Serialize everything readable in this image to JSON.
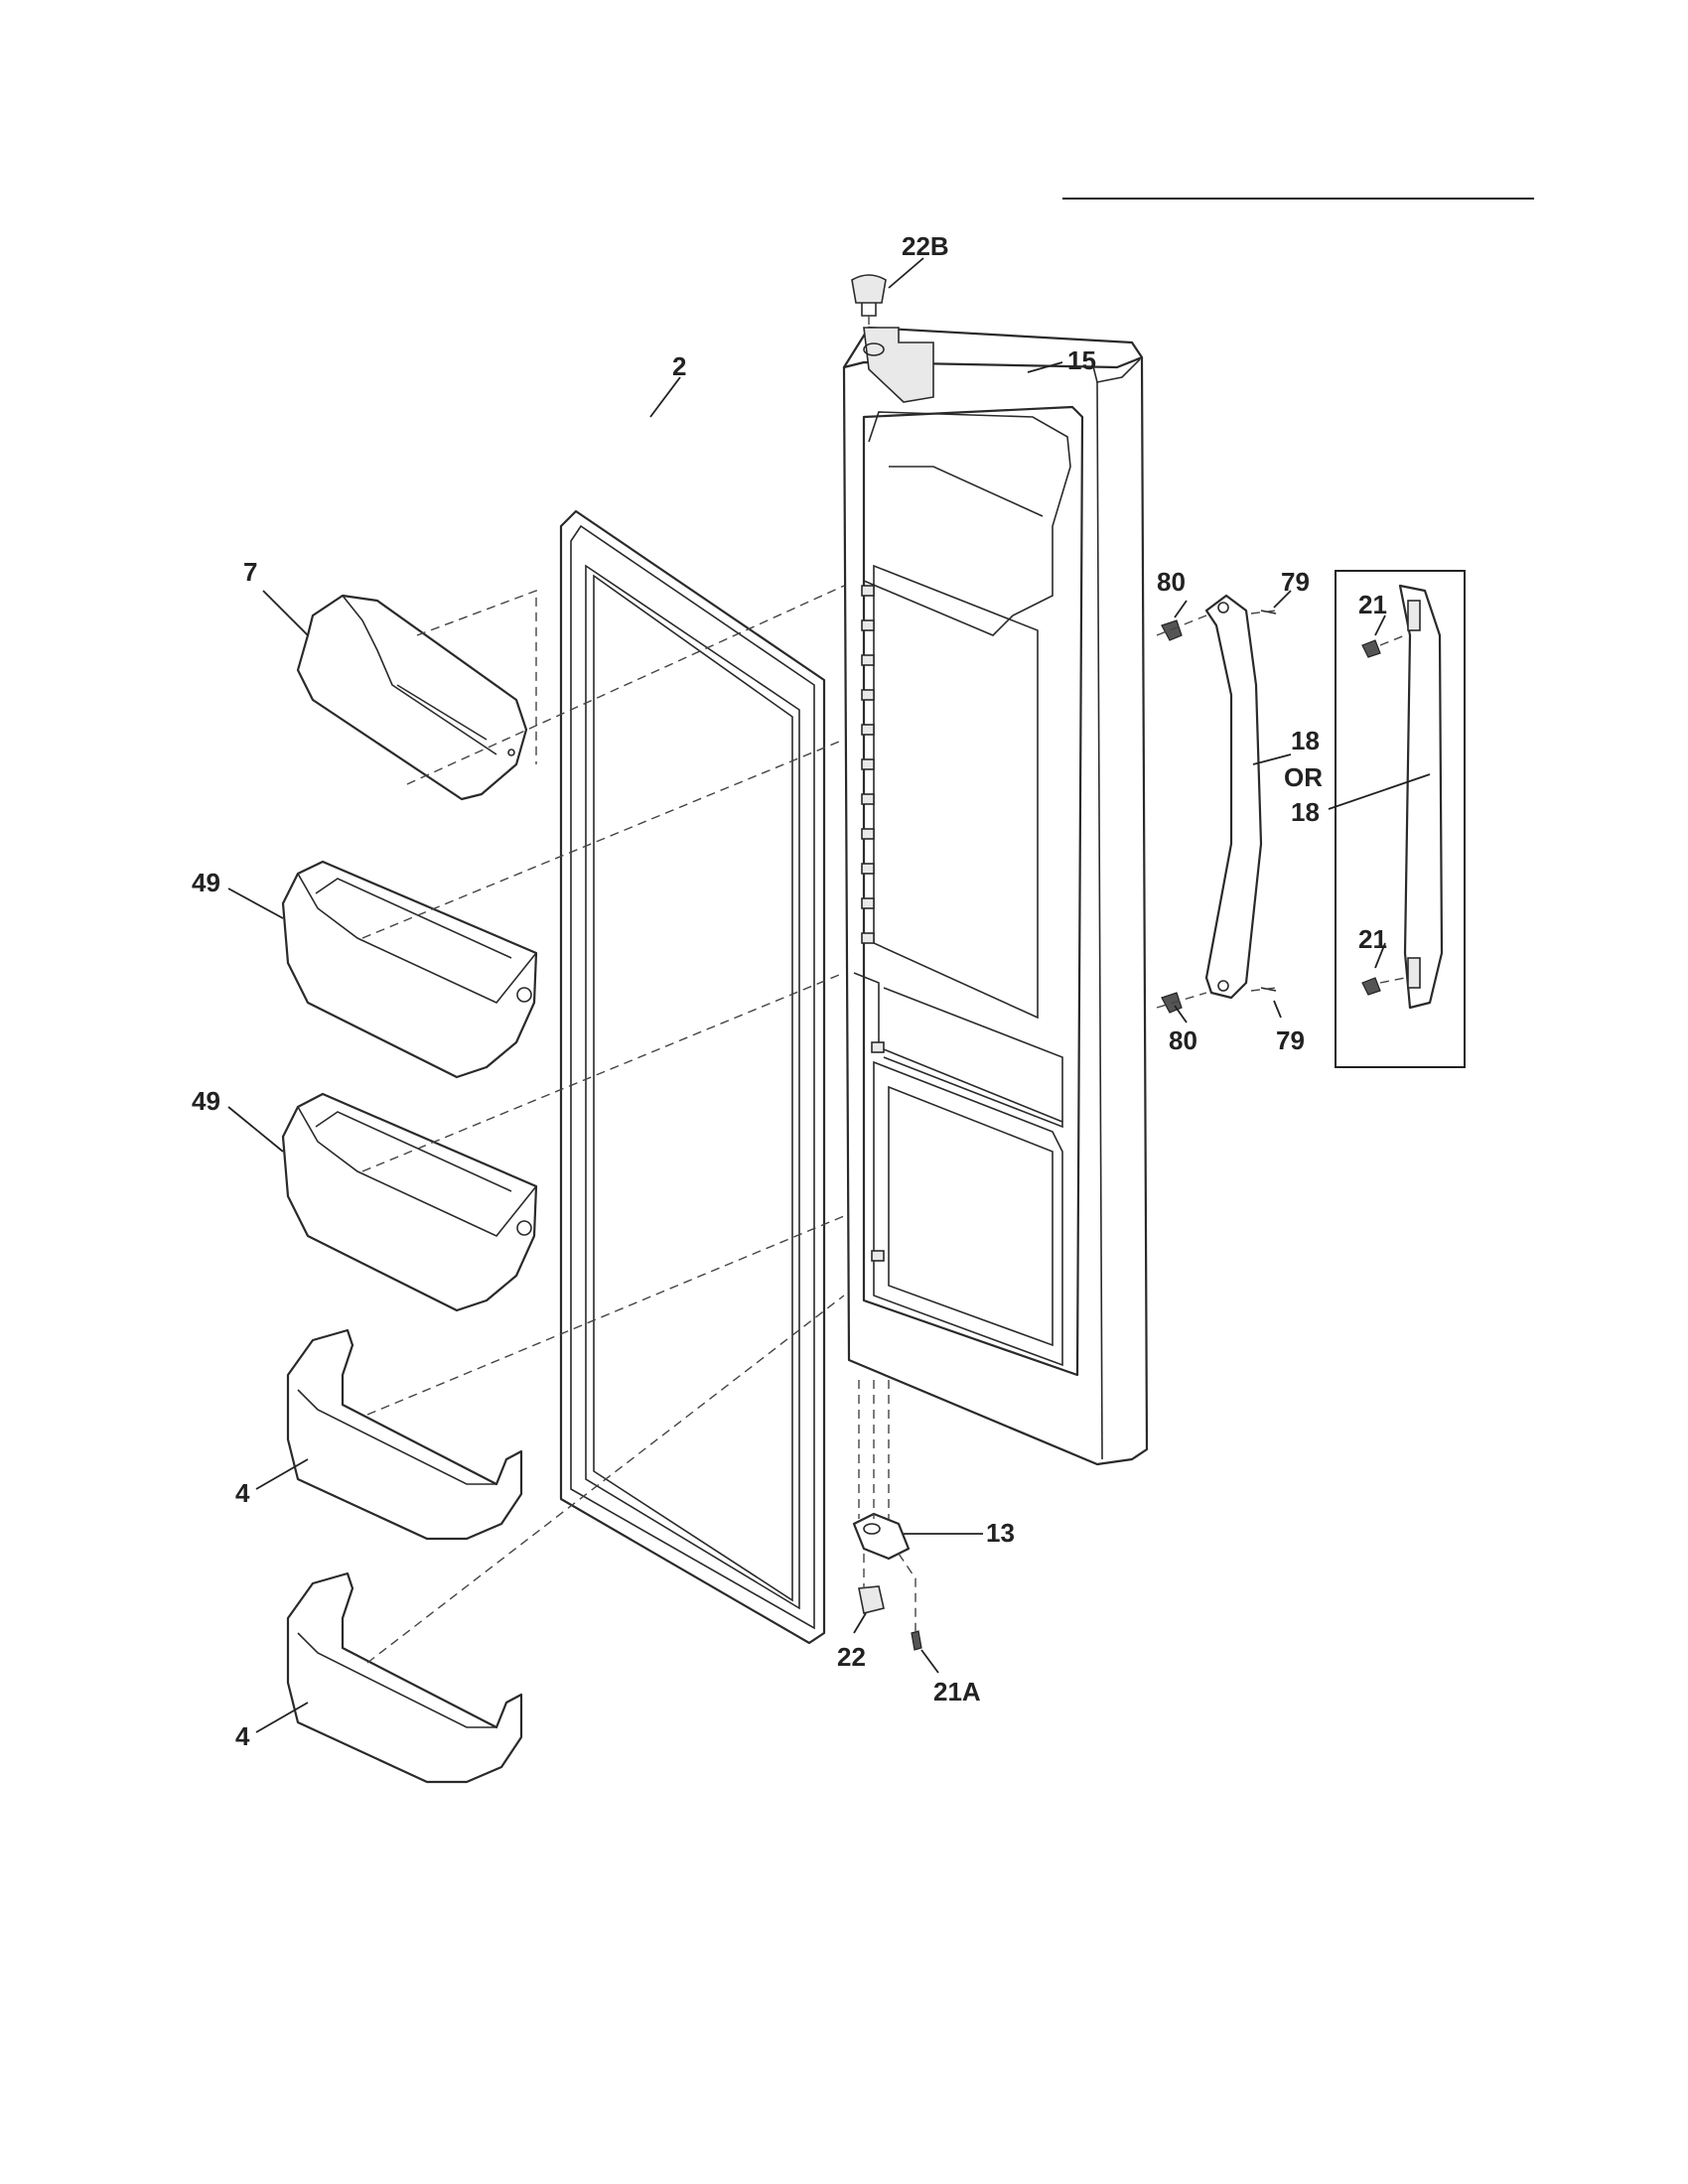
{
  "diagram": {
    "labels": {
      "l_22B": "22B",
      "l_15": "15",
      "l_2": "2",
      "l_7": "7",
      "l_80a": "80",
      "l_79a": "79",
      "l_21a": "21",
      "l_18a": "18",
      "l_or": "OR",
      "l_18b": "18",
      "l_49a": "49",
      "l_49b": "49",
      "l_21b": "21",
      "l_80b": "80",
      "l_79b": "79",
      "l_4a": "4",
      "l_13": "13",
      "l_22": "22",
      "l_21A": "21A",
      "l_4b": "4"
    }
  }
}
